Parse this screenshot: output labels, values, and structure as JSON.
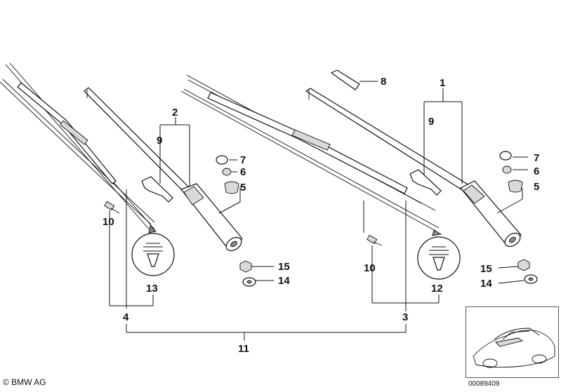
{
  "callouts": {
    "c1": "1",
    "c2": "2",
    "c3": "3",
    "c4": "4",
    "c5a": "5",
    "c5b": "5",
    "c6a": "6",
    "c6b": "6",
    "c7a": "7",
    "c7b": "7",
    "c8": "8",
    "c9a": "9",
    "c9b": "9",
    "c10a": "10",
    "c10b": "10",
    "c11": "11",
    "c12": "12",
    "c13": "13",
    "c14a": "14",
    "c14b": "14",
    "c15a": "15",
    "c15b": "15"
  },
  "footer": {
    "copyright": "© BMW AG",
    "document_number": "00089409"
  },
  "icons": [
    "wiper-blade-left",
    "wiper-arm-left",
    "wiper-blade-right",
    "wiper-arm-right",
    "label-sticker-13",
    "label-sticker-12",
    "car-thumbnail"
  ]
}
